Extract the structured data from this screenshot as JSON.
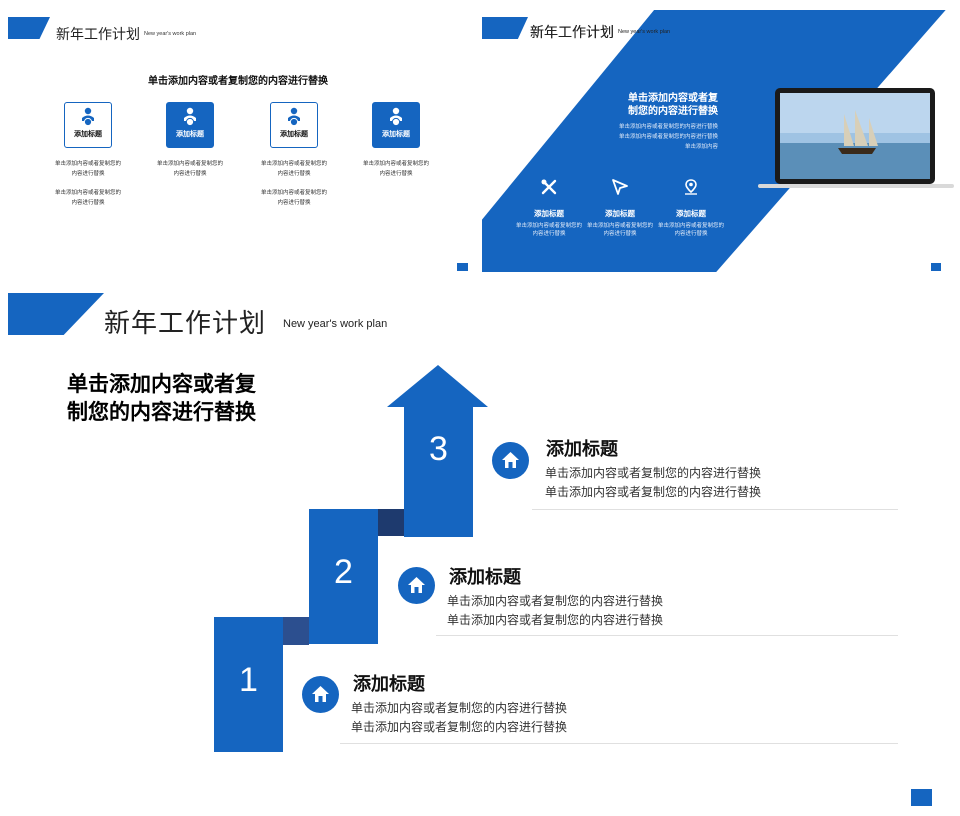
{
  "slide1": {
    "title": "新年工作计划",
    "subtitle": "New year's work plan",
    "heading": "单击添加内容或者复制您的内容进行替换",
    "cards": [
      {
        "label": "添加标题",
        "filled": false,
        "line1": "单击添加内容或者复制您的",
        "line2": "内容进行替换",
        "line3": "单击添加内容或者复制您的",
        "line4": "内容进行替换"
      },
      {
        "label": "添加标题",
        "filled": true,
        "line1": "单击添加内容或者复制您的",
        "line2": "内容进行替换",
        "line3": "",
        "line4": ""
      },
      {
        "label": "添加标题",
        "filled": false,
        "line1": "单击添加内容或者复制您的",
        "line2": "内容进行替换",
        "line3": "单击添加内容或者复制您的",
        "line4": "内容进行替换"
      },
      {
        "label": "添加标题",
        "filled": true,
        "line1": "单击添加内容或者复制您的",
        "line2": "内容进行替换",
        "line3": "",
        "line4": ""
      }
    ]
  },
  "slide2": {
    "title": "新年工作计划",
    "subtitle": "New year's work plan",
    "heading_l1": "单击添加内容或者复",
    "heading_l2": "制您的内容进行替换",
    "body_l1": "单击添加内容或者复制您的内容进行替换",
    "body_l2": "单击添加内容或者复制您的内容进行替换",
    "body_l3": "单击添加内容",
    "items": [
      {
        "icon": "tools-icon",
        "title": "添加标题",
        "line1": "单击添加内容或者复制您的",
        "line2": "内容进行替换"
      },
      {
        "icon": "send-icon",
        "title": "添加标题",
        "line1": "单击添加内容或者复制您的",
        "line2": "内容进行替换"
      },
      {
        "icon": "location-pin-icon",
        "title": "添加标题",
        "line1": "单击添加内容或者复制您的",
        "line2": "内容进行替换"
      }
    ]
  },
  "slide3": {
    "title": "新年工作计划",
    "subtitle": "New year's work plan",
    "heading_l1": "单击添加内容或者复",
    "heading_l2": "制您的内容进行替换",
    "steps": [
      {
        "number": "1",
        "title": "添加标题",
        "line1": "单击添加内容或者复制您的内容进行替换",
        "line2": "单击添加内容或者复制您的内容进行替换"
      },
      {
        "number": "2",
        "title": "添加标题",
        "line1": "单击添加内容或者复制您的内容进行替换",
        "line2": "单击添加内容或者复制您的内容进行替换"
      },
      {
        "number": "3",
        "title": "添加标题",
        "line1": "单击添加内容或者复制您的内容进行替换",
        "line2": "单击添加内容或者复制您的内容进行替换"
      }
    ]
  },
  "colors": {
    "accent": "#1565c0",
    "shadow": "#1e3a6e"
  }
}
